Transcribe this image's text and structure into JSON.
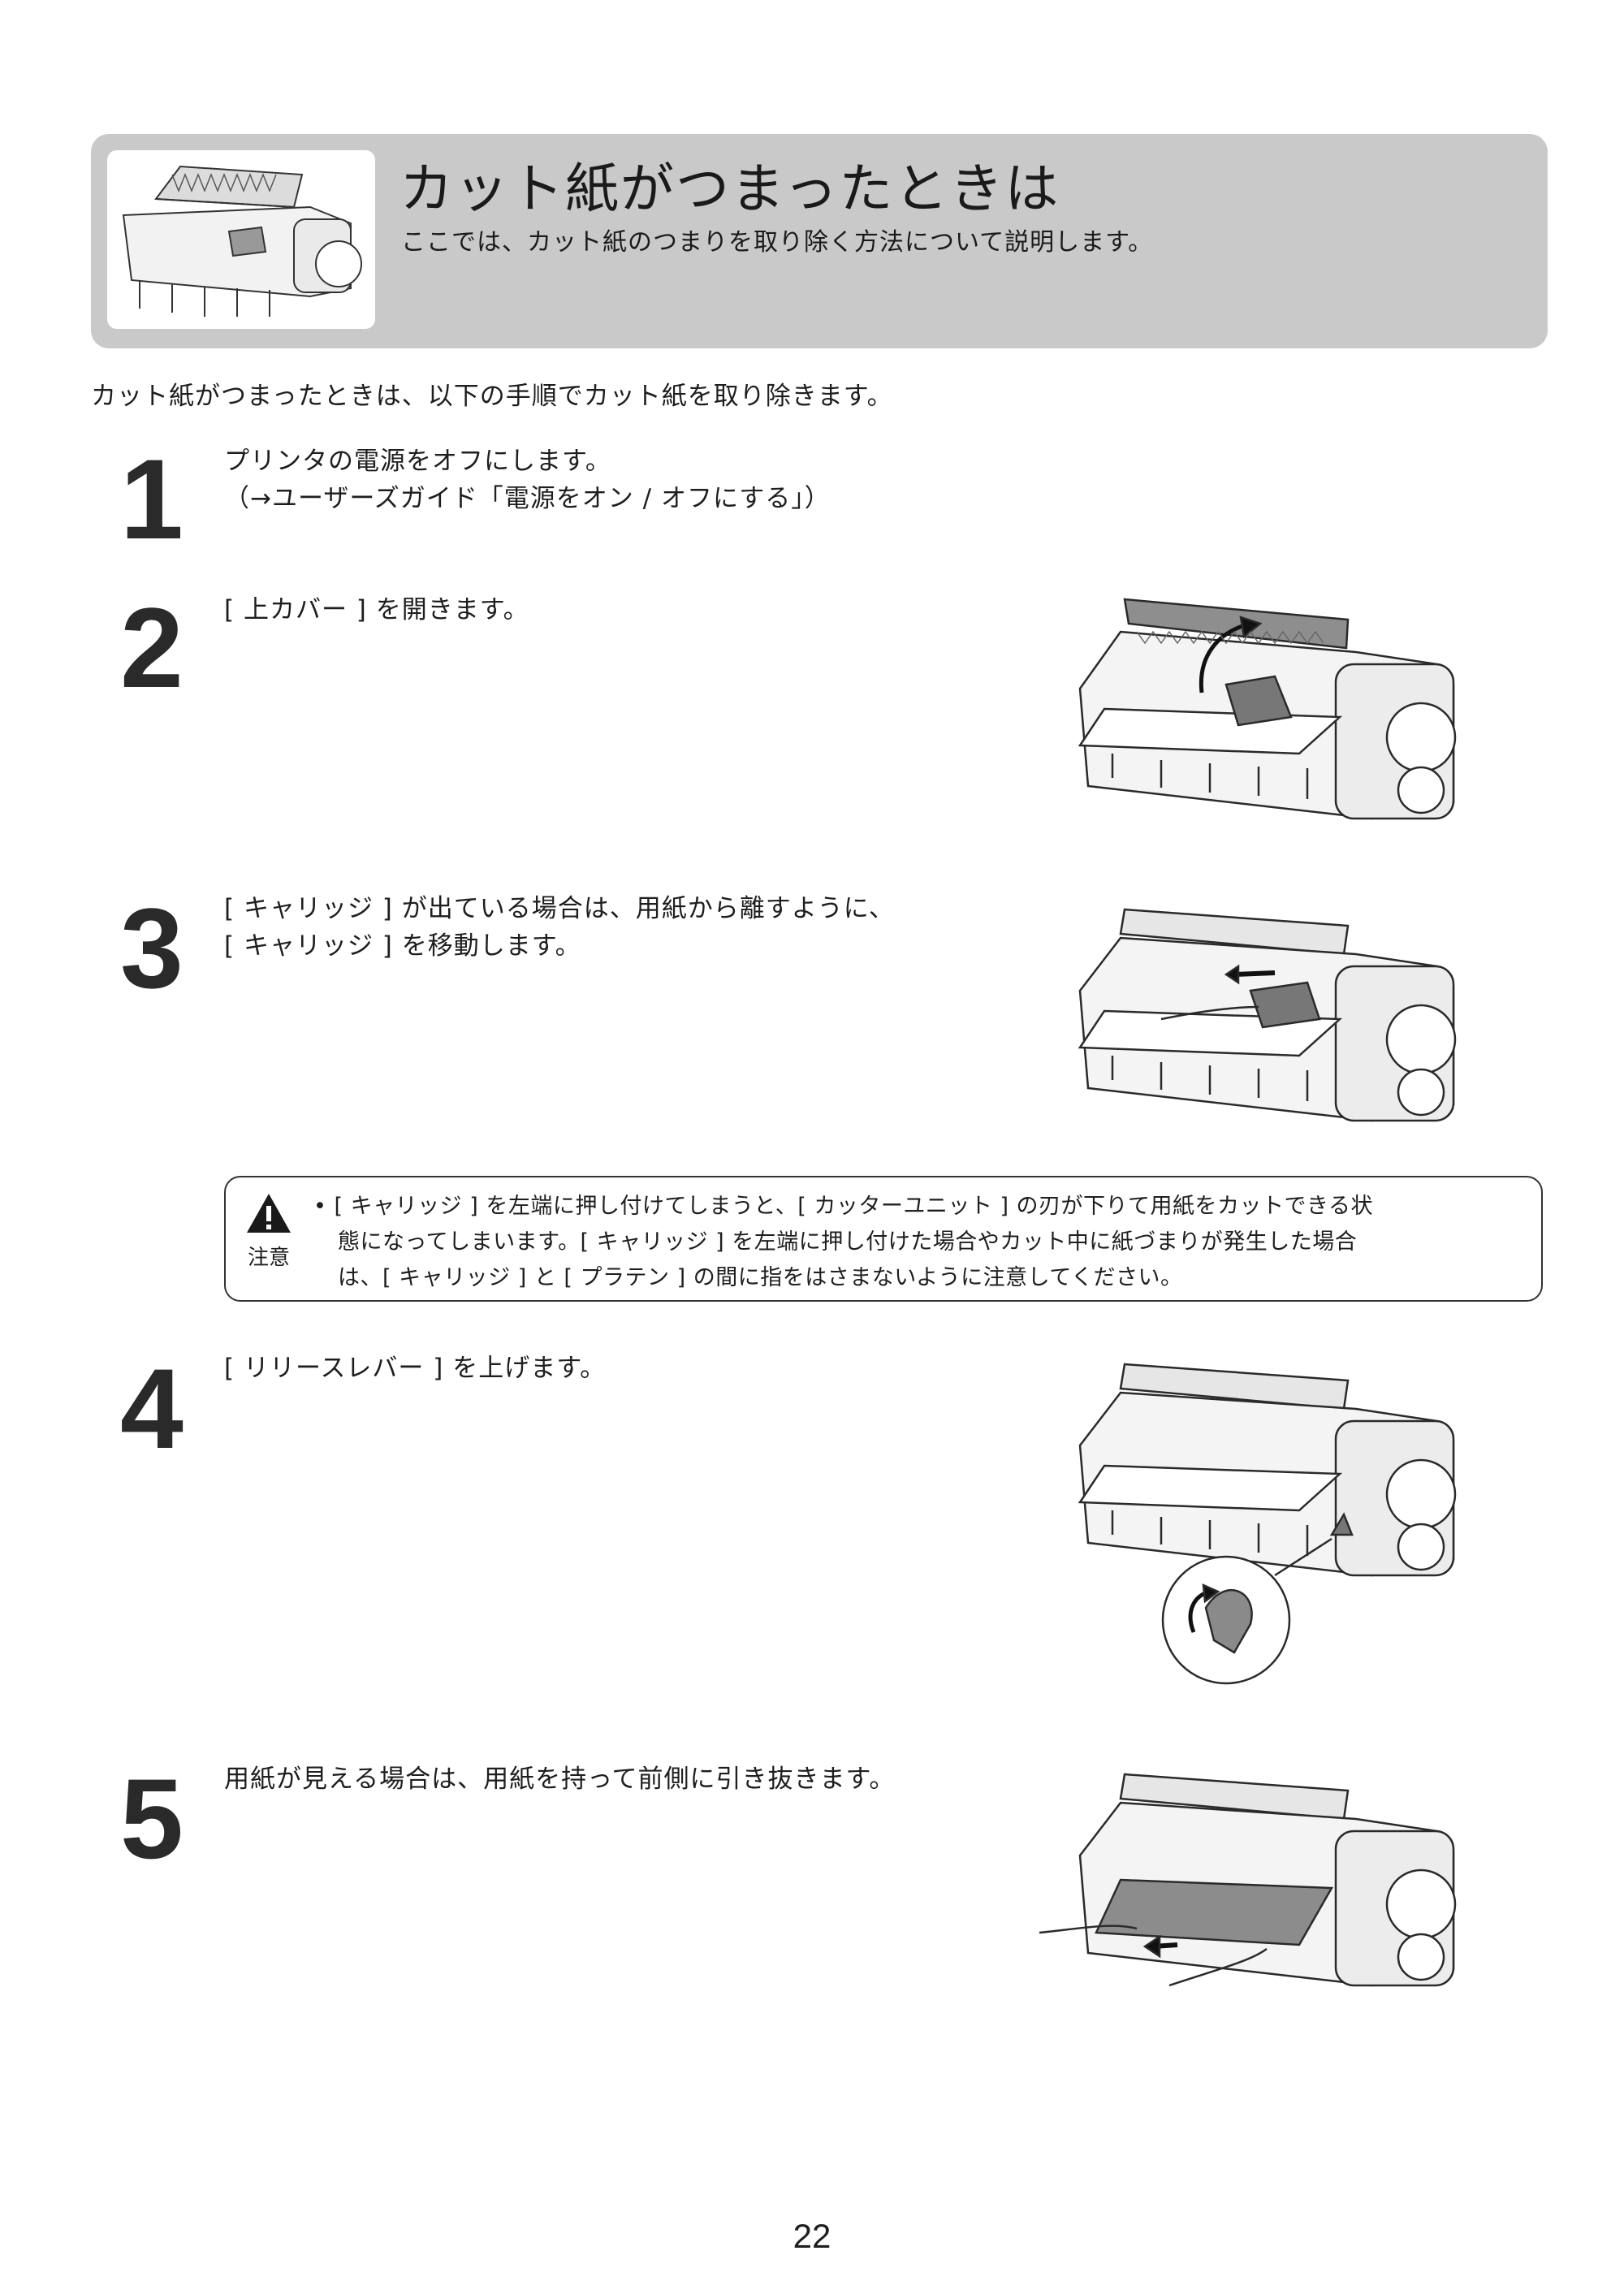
{
  "header": {
    "title": "カット紙がつまったときは",
    "subtitle": "ここでは、カット紙のつまりを取り除く方法について説明します。"
  },
  "intro": "カット紙がつまったときは、以下の手順でカット紙を取り除きます。",
  "steps": [
    {
      "number": "1",
      "lines": [
        "プリンタの電源をオフにします。",
        "（→ユーザーズガイド「電源をオン / オフにする」）"
      ]
    },
    {
      "number": "2",
      "lines": [
        "[ 上カバー ] を開きます。"
      ]
    },
    {
      "number": "3",
      "lines": [
        "[ キャリッジ ] が出ている場合は、用紙から離すように、",
        "[ キャリッジ ] を移動します。"
      ]
    },
    {
      "number": "4",
      "lines": [
        "[ リリースレバー ] を上げます。"
      ]
    },
    {
      "number": "5",
      "lines": [
        "用紙が見える場合は、用紙を持って前側に引き抜きます。"
      ]
    }
  ],
  "caution": {
    "label": "注意",
    "lines": [
      "• [ キャリッジ ] を左端に押し付けてしまうと、[ カッターユニット ] の刃が下りて用紙をカットできる状",
      "態になってしまいます。[ キャリッジ ] を左端に押し付けた場合やカット中に紙づまりが発生した場合",
      "は、[ キャリッジ ] と [ プラテン ] の間に指をはさまないように注意してください。"
    ]
  },
  "page_number": "22"
}
